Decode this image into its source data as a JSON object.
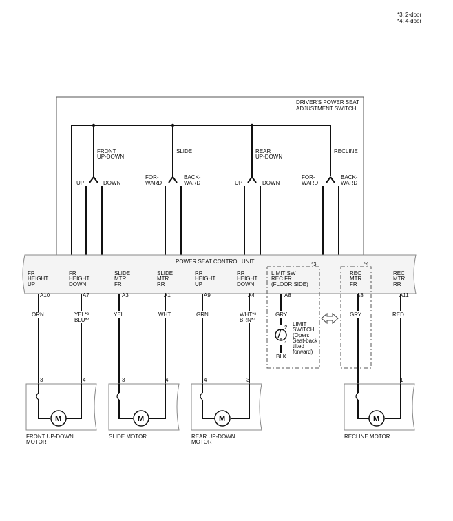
{
  "notes": {
    "line1": "*3: 2-door",
    "line2": "*4: 4-door"
  },
  "switch_box": {
    "title_line1": "DRIVER'S POWER SEAT",
    "title_line2": "ADJUSTMENT SWITCH"
  },
  "switches": [
    {
      "name_line1": "FRONT",
      "name_line2": "UP-DOWN",
      "left_line1": "UP",
      "left_line2": "",
      "right_line1": "DOWN",
      "right_line2": ""
    },
    {
      "name_line1": "SLIDE",
      "name_line2": "",
      "left_line1": "FOR-",
      "left_line2": "WARD",
      "right_line1": "BACK-",
      "right_line2": "WARD"
    },
    {
      "name_line1": "REAR",
      "name_line2": "UP-DOWN",
      "left_line1": "UP",
      "left_line2": "",
      "right_line1": "DOWN",
      "right_line2": ""
    },
    {
      "name_line1": "RECLINE",
      "name_line2": "",
      "left_line1": "FOR-",
      "left_line2": "WARD",
      "right_line1": "BACK-",
      "right_line2": "WARD"
    }
  ],
  "control_unit": {
    "title": "POWER SEAT CONTROL UNIT",
    "terminals": [
      {
        "l1": "FR",
        "l2": "HEIGHT",
        "l3": "UP",
        "pin": "A10",
        "wire": "ORN",
        "wire2": ""
      },
      {
        "l1": "FR",
        "l2": "HEIGHT",
        "l3": "DOWN",
        "pin": "A7",
        "wire": "YEL*³",
        "wire2": "BLU*⁴"
      },
      {
        "l1": "SLIDE",
        "l2": "MTR",
        "l3": "FR",
        "pin": "A3",
        "wire": "YEL",
        "wire2": ""
      },
      {
        "l1": "SLIDE",
        "l2": "MTR",
        "l3": "RR",
        "pin": "A1",
        "wire": "WHT",
        "wire2": ""
      },
      {
        "l1": "RR",
        "l2": "HEIGHT",
        "l3": "UP",
        "pin": "A9",
        "wire": "GRN",
        "wire2": ""
      },
      {
        "l1": "RR",
        "l2": "HEIGHT",
        "l3": "DOWN",
        "pin": "A4",
        "wire": "WHT*³",
        "wire2": "BRN*⁴"
      },
      {
        "l1": "LIMIT SW",
        "l2": "REC FR",
        "l3": "(FLOOR SIDE)",
        "pin": "A8",
        "wire": "GRY",
        "wire2": ""
      },
      {
        "l1": "REC",
        "l2": "MTR",
        "l3": "FR",
        "pin": "A8",
        "wire": "GRY",
        "wire2": ""
      },
      {
        "l1": "REC",
        "l2": "MTR",
        "l3": "RR",
        "pin": "A11",
        "wire": "RED",
        "wire2": ""
      }
    ]
  },
  "markers": {
    "two_door": "*3",
    "four_door": "*4"
  },
  "limit_switch": {
    "label_line1": "LIMIT",
    "label_line2": "SWITCH",
    "label_line3": "(Open:",
    "label_line4": "Seat-back",
    "label_line5": "tilted",
    "label_line6": "forward)",
    "pin_top": "2",
    "pin_bottom": "1",
    "ground_wire": "BLK"
  },
  "motors": [
    {
      "name_line1": "FRONT UP-DOWN",
      "name_line2": "MOTOR",
      "pin_left": "3",
      "pin_right": "4",
      "symbol": "M"
    },
    {
      "name_line1": "SLIDE MOTOR",
      "name_line2": "",
      "pin_left": "3",
      "pin_right": "4",
      "symbol": "M"
    },
    {
      "name_line1": "REAR UP-DOWN",
      "name_line2": "MOTOR",
      "pin_left": "4",
      "pin_right": "3",
      "symbol": "M"
    },
    {
      "name_line1": "RECLINE MOTOR",
      "name_line2": "",
      "pin_left": "2",
      "pin_right": "1",
      "symbol": "M"
    }
  ]
}
